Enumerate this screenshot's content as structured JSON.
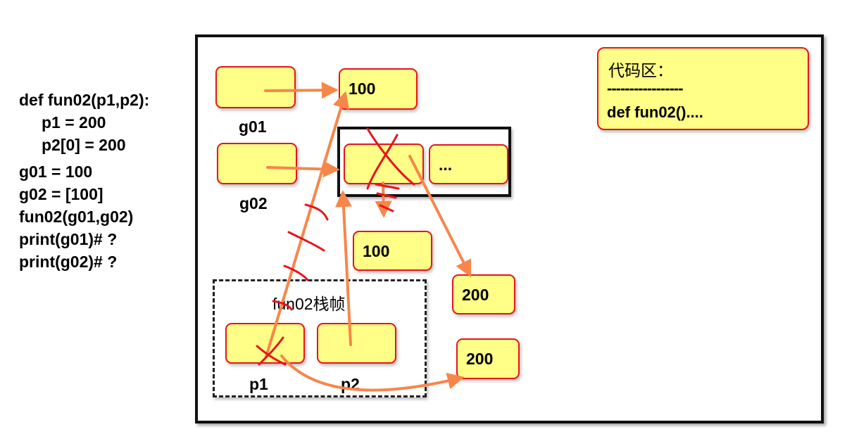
{
  "code": {
    "lines": [
      "def fun02(p1,p2):",
      "p1 = 200",
      "p2[0] = 200",
      "g01 = 100",
      "g02 = [100]",
      "fun02(g01,g02)",
      "print(g01)# ?",
      "print(g02)# ?"
    ]
  },
  "code_area": {
    "title": "代码区：",
    "divider": "-----------------",
    "entry": "def fun02()...."
  },
  "variables": {
    "g01": "g01",
    "g02": "g02",
    "p1": "p1",
    "p2": "p2"
  },
  "stack_frame_label": "fun02栈帧",
  "objects": {
    "int_100_top": "100",
    "list_more": "...",
    "int_100_mid": "100",
    "int_200_right": "200",
    "int_200_bottom": "200"
  },
  "colors": {
    "box_fill": "#ffff88",
    "box_border": "#e8141b",
    "arrow": "#f7864a",
    "strike": "#e8141b"
  }
}
